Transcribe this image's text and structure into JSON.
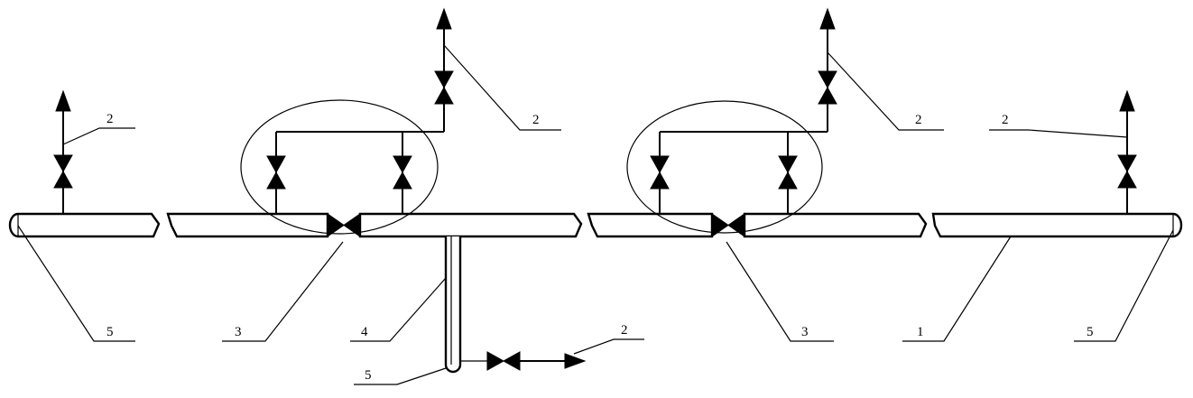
{
  "diagram": {
    "labels": {
      "l1": "1",
      "l2a": "2",
      "l2b": "2",
      "l2c": "2",
      "l2d": "2",
      "l2e": "2",
      "l3a": "3",
      "l3b": "3",
      "l4": "4",
      "l5a": "5",
      "l5b": "5",
      "l5c": "5"
    }
  }
}
